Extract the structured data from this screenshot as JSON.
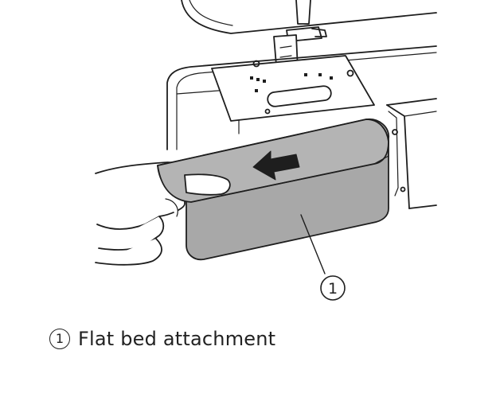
{
  "figure": {
    "callout_number": "1"
  },
  "legend": {
    "marker": "1",
    "text": "Flat bed attachment"
  }
}
